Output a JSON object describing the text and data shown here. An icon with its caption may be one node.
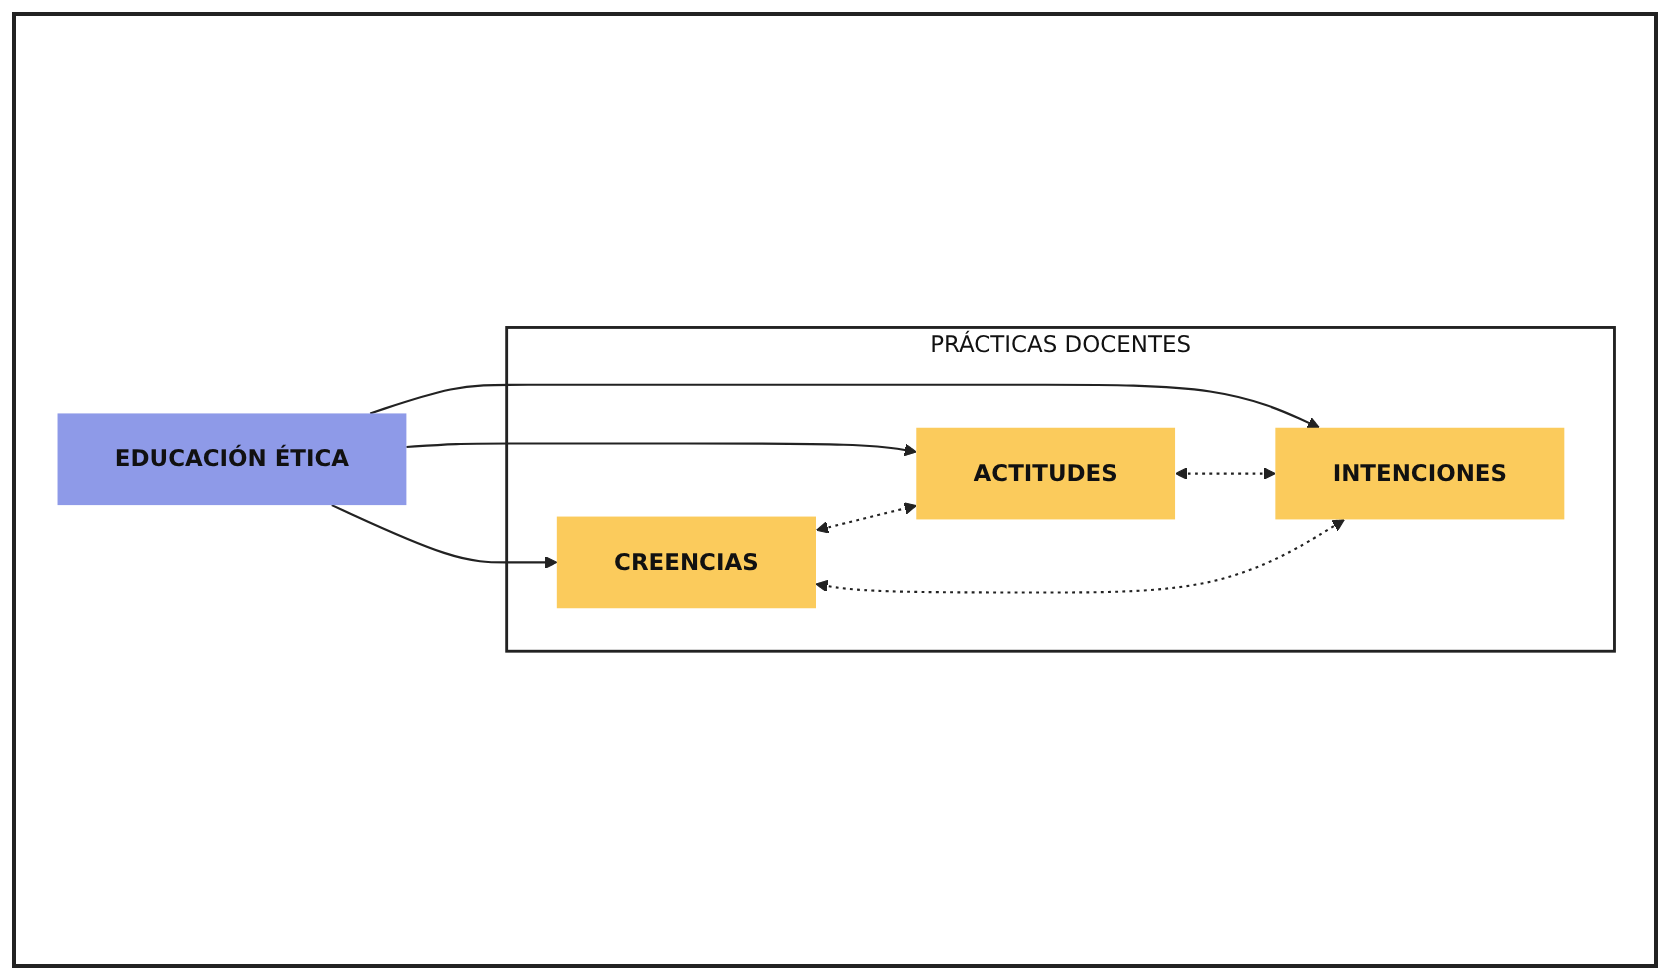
{
  "diagram": {
    "nodes": [
      {
        "text": [
          "EDUCACIÓN ÉTICA"
        ]
      },
      {
        "text": [
          "PRÁCTICAS DOCENTES"
        ]
      },
      {
        "text": [
          "CREENCIAS"
        ],
        "in": 1
      },
      {
        "text": [
          "ACTITUDES"
        ],
        "in": 1
      },
      {
        "text": [
          "INTENCIONES"
        ],
        "in": 1
      }
    ],
    "edges": [
      {
        "from": 0,
        "to": 2,
        "arrow": "to"
      },
      {
        "from": 0,
        "to": 3,
        "arrow": "to"
      },
      {
        "from": 0,
        "to": 4,
        "arrow": "to"
      },
      {
        "from": 2,
        "to": 3,
        "arrow": "both",
        "style": "dashed"
      },
      {
        "from": 3,
        "to": 4,
        "arrow": "both",
        "style": "dashed"
      },
      {
        "from": 4,
        "to": 2,
        "arrow": "both",
        "style": "dashed"
      }
    ]
  }
}
